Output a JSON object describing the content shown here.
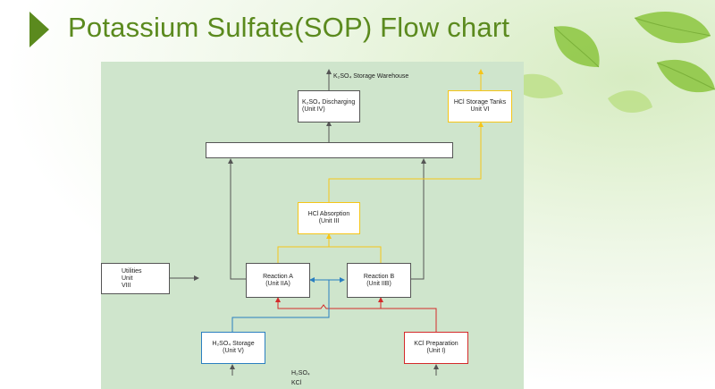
{
  "slide": {
    "title": "Potassium Sulfate(SOP) Flow chart"
  },
  "diagram": {
    "top_label": "K₂SO₄ Storage Warehouse",
    "bottom_labels": [
      "H₂SO₄",
      "KCl"
    ],
    "nodes": {
      "k2so4_discharging": {
        "name": "K₂SO₄ Discharging",
        "unit": "(Unit   IV)"
      },
      "hcl_storage": {
        "name": "HCl Storage Tanks",
        "unit": "Unit   VI"
      },
      "hcl_absorption": {
        "name": "HCl Absorption",
        "unit": "(Unit III"
      },
      "reaction_a": {
        "name": "Reaction A",
        "unit": "(Unit IIA)"
      },
      "reaction_b": {
        "name": "Reaction B",
        "unit": "(Unit IIB)"
      },
      "utilities": {
        "name": "Utilities",
        "unit": "Unit",
        "code": "VIII"
      },
      "h2so4_storage": {
        "name": "H₂SO₄ Storage",
        "unit": "(Unit V)"
      },
      "kcl_preparation": {
        "name": "KCl Preparation",
        "unit": "(Unit I)"
      }
    },
    "colors": {
      "panel": "#cfe5cc",
      "gray_line": "#555555",
      "yellow_line": "#f5c518",
      "red_line": "#d42a2a",
      "blue_line": "#2a7fc0",
      "title_green": "#5b8a1e"
    }
  }
}
